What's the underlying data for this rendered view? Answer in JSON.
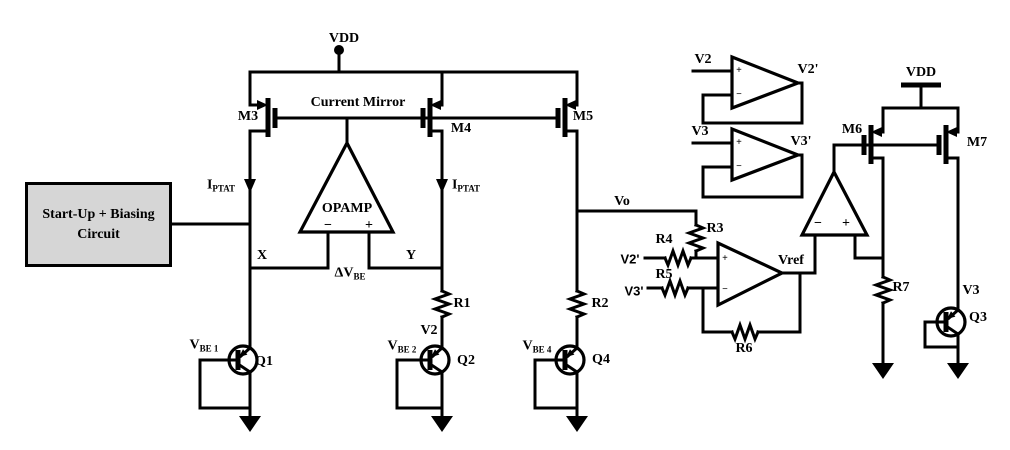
{
  "colors": {
    "background": "#ffffff",
    "wire": "#000000",
    "block_fill": "#d6d6d6",
    "block_border": "#000000"
  },
  "startup_block": {
    "line1": "Start-Up + Biasing",
    "line2": "Circuit"
  },
  "labels": {
    "vdd_left": "VDD",
    "vdd_right": "VDD",
    "current_mirror": "Current Mirror",
    "m3": "M3",
    "m4": "M4",
    "m5": "M5",
    "m6": "M6",
    "m7": "M7",
    "opamp": "OPAMP",
    "x_node": "X",
    "y_node": "Y",
    "vo_node": "Vo",
    "vref_node": "Vref",
    "v2_node": "V2",
    "v3_node": "V3",
    "q1": "Q1",
    "q2": "Q2",
    "q3": "Q3",
    "q4": "Q4",
    "r1": "R1",
    "r2": "R2",
    "r3": "R3",
    "r4": "R4",
    "r5": "R5",
    "r6": "R6",
    "r7": "R7",
    "buf1_in": "V2",
    "buf1_out": "V2'",
    "buf2_in": "V3",
    "buf2_out": "V3'",
    "sum_in_v2": "V2'",
    "sum_in_v3": "V3'",
    "plus": "+",
    "minus": "−"
  },
  "subscripted": {
    "iptat": {
      "base": "I",
      "sub": "PTAT"
    },
    "delta_vbe": {
      "base": "ΔV",
      "sub": "BE"
    },
    "vbe1": {
      "base": "V",
      "sub": "BE 1"
    },
    "vbe2": {
      "base": "V",
      "sub": "BE 2"
    },
    "vbe4": {
      "base": "V",
      "sub": "BE 4"
    }
  }
}
